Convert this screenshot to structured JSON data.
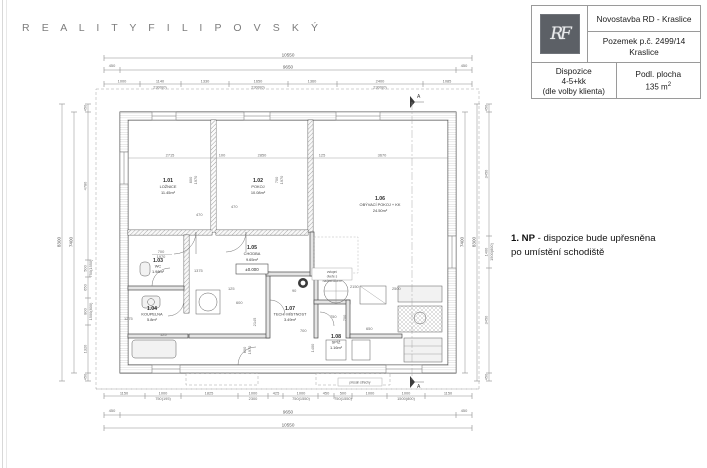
{
  "brand": {
    "name": "R E A L I T Y   F I L I P O V S K Ý"
  },
  "title_block": {
    "logo_text": "RF",
    "project": "Novostavba RD - Kraslice",
    "parcel_line1": "Pozemek p.č. 2499/14",
    "parcel_line2": "Kraslice",
    "dispozice_label": "Dispozice",
    "dispozice_value": "4-5+kk",
    "dispozice_note": "(dle volby klienta)",
    "area_label": "Podl. plocha",
    "area_value": "135 m",
    "area_unit": "2"
  },
  "note": {
    "bold": "1. NP",
    "rest": " - dispozice bude upřesněna",
    "line2": "po umístění schodiště"
  },
  "rooms": [
    {
      "num": "1.01",
      "name": "LOŽNICE",
      "area": "11.45m²"
    },
    {
      "num": "1.02",
      "name": "POKOJ",
      "area": "10.08m²"
    },
    {
      "num": "1.03",
      "name": "WC",
      "area": "1.98m²"
    },
    {
      "num": "1.04",
      "name": "KOUPELNA",
      "area": "5.8m²"
    },
    {
      "num": "1.05",
      "name": "CHODBA",
      "area": "9.65m²"
    },
    {
      "num": "1.06",
      "name": "OBÝVACÍ POKOJ + KK",
      "area": "24.50m²"
    },
    {
      "num": "1.07",
      "name": "TECH. MÍSTNOST",
      "area": "3.49m²"
    },
    {
      "num": "1.08",
      "name": "SPÍŽ",
      "area": "1.16m²"
    }
  ],
  "level_marker": "±0.000",
  "axis_marks": {
    "top": "A",
    "bottom": "A"
  },
  "dimensions": {
    "top_outer": "10550",
    "top_inner": "9650",
    "top_offset_left": "450",
    "top_offset_right": "450",
    "top_chain": [
      {
        "main": "1000",
        "sub": ""
      },
      {
        "main": "1140",
        "sub": "2300(0)"
      },
      {
        "main": "1330",
        "sub": ""
      },
      {
        "main": "1650",
        "sub": "2300(0)"
      },
      {
        "main": "1360",
        "sub": ""
      },
      {
        "main": "2400",
        "sub": "2300(0)"
      },
      {
        "main": "1085",
        "sub": ""
      }
    ],
    "bottom_chain": [
      {
        "main": "1150",
        "sub": ""
      },
      {
        "main": "1000",
        "sub": "750(195)"
      },
      {
        "main": "1825",
        "sub": ""
      },
      {
        "main": "1000",
        "sub": "2300"
      },
      {
        "main": "425",
        "sub": ""
      },
      {
        "main": "1000",
        "sub": "750(1550)"
      },
      {
        "main": "450",
        "sub": ""
      },
      {
        "main": "500",
        "sub": "750(1550)"
      },
      {
        "main": "1000",
        "sub": ""
      },
      {
        "main": "1000",
        "sub": "1500(800)"
      },
      {
        "main": "1150",
        "sub": ""
      }
    ],
    "bottom_inner": "9650",
    "bottom_outer": "10550",
    "bottom_offset_left": "450",
    "bottom_offset_right": "450",
    "left_outer": "8300",
    "left_inner": "7400",
    "left_chain": [
      {
        "main": "450",
        "sub": ""
      },
      {
        "main": "4780",
        "sub": ""
      },
      {
        "main": "500",
        "sub": "750(1550)"
      },
      {
        "main": "650",
        "sub": ""
      },
      {
        "main": "800",
        "sub": "1500(800)"
      },
      {
        "main": "1320",
        "sub": ""
      },
      {
        "main": "450",
        "sub": ""
      }
    ],
    "right_outer": "8300",
    "right_inner": "7400",
    "right_chain": [
      {
        "main": "450",
        "sub": ""
      },
      {
        "main": "3450",
        "sub": ""
      },
      {
        "main": "1400",
        "sub": "1500(800)"
      },
      {
        "main": "3450",
        "sub": ""
      },
      {
        "main": "450",
        "sub": ""
      }
    ],
    "interior_top": [
      "2715",
      "100",
      "2850",
      "125",
      "3670"
    ],
    "interior_misc": [
      "470",
      "470",
      "1375",
      "125",
      "600",
      "1275",
      "2145",
      "2500",
      "90",
      "750",
      "700",
      "650",
      "2150",
      "275",
      "125",
      "1400",
      "1000",
      "900"
    ],
    "door_tags": [
      "700\n1970",
      "800\n1970",
      "700\n1970",
      "600\n1970"
    ]
  },
  "colors": {
    "line": "#4a4a4a",
    "dim": "#8c8c8c",
    "brand_gray": "#7d7d7d",
    "logo_bg": "#5c6066",
    "hatch": "#e4e4e4"
  }
}
